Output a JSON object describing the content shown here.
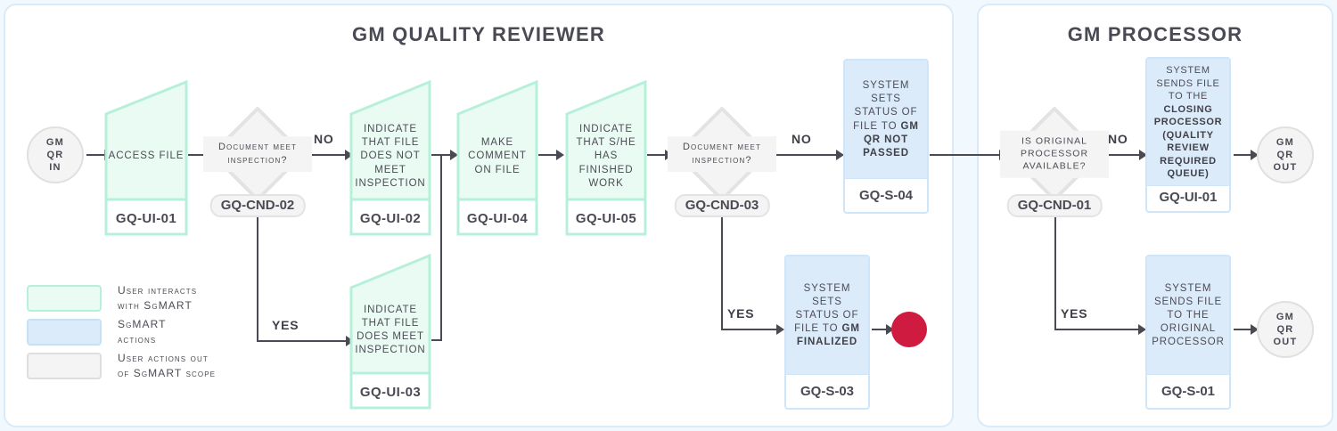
{
  "page": {
    "background": "#f2f9fe",
    "panel_border": "#d9eaf9",
    "green_fill": "#eafbf3",
    "green_border": "#b6f0da",
    "blue_fill": "#dcebfa",
    "blue_border": "#cfe6fa",
    "gray_fill": "#f4f4f4",
    "gray_border": "#e0e0e0",
    "stop_color": "#cf1b40",
    "text_color": "#4c4c55"
  },
  "panels": [
    {
      "id": "quality-reviewer",
      "title": "GM QUALITY REVIEWER"
    },
    {
      "id": "processor",
      "title": "GM PROCESSOR"
    }
  ],
  "terminators": {
    "start": {
      "lines": [
        "GM",
        "QR",
        "IN"
      ]
    },
    "end_top": {
      "lines": [
        "GM",
        "QR",
        "OUT"
      ]
    },
    "end_bottom": {
      "lines": [
        "GM",
        "QR",
        "OUT"
      ]
    }
  },
  "nodes": {
    "gq_ui_01": {
      "text": "ACCESS FILE",
      "code": "GQ-UI-01",
      "kind": "user"
    },
    "gq_cnd_02": {
      "text": "Document meet inspection?",
      "code": "GQ-CND-02",
      "kind": "decision"
    },
    "gq_ui_02": {
      "text": "INDICATE THAT FILE DOES NOT MEET INSPECTION",
      "code": "GQ-UI-02",
      "kind": "user"
    },
    "gq_ui_03": {
      "text": "INDICATE THAT FILE DOES MEET INSPECTION",
      "code": "GQ-UI-03",
      "kind": "user"
    },
    "gq_ui_04": {
      "text": "MAKE COMMENT ON FILE",
      "code": "GQ-UI-04",
      "kind": "user"
    },
    "gq_ui_05": {
      "text": "INDICATE THAT S/HE HAS FINISHED WORK",
      "code": "GQ-UI-05",
      "kind": "user"
    },
    "gq_cnd_03": {
      "text": "Document meet inspection?",
      "code": "GQ-CND-03",
      "kind": "decision"
    },
    "gq_s_04": {
      "text_pre": "SYSTEM SETS STATUS OF FILE TO ",
      "text_bold": "GM QR NOT PASSED",
      "code": "GQ-S-04",
      "kind": "system"
    },
    "gq_s_03": {
      "text_pre": "SYSTEM SETS STATUS OF FILE TO ",
      "text_bold": "GM FINALIZED",
      "code": "GQ-S-03",
      "kind": "system"
    },
    "gq_cnd_01": {
      "text": "IS ORIGINAL PROCESSOR AVAILABLE?",
      "code": "GQ-CND-01",
      "kind": "decision"
    },
    "gq_ui_01b": {
      "text_pre": "SYSTEM SENDS FILE TO THE ",
      "text_bold": "CLOSING PROCESSOR (QUALITY REVIEW REQUIRED QUEUE)",
      "code": "GQ-UI-01",
      "kind": "system"
    },
    "gq_s_01": {
      "text_pre": "SYSTEM SENDS FILE TO THE ORIGINAL PROCESSOR",
      "text_bold": "",
      "code": "GQ-S-01",
      "kind": "system"
    }
  },
  "edge_labels": {
    "cnd02_no": "NO",
    "cnd02_yes": "YES",
    "cnd03_no": "NO",
    "cnd03_yes": "YES",
    "cnd01_no": "NO",
    "cnd01_yes": "YES"
  },
  "legend": [
    {
      "swatch": "green",
      "label": "User interacts\nwith SgMART"
    },
    {
      "swatch": "blue",
      "label": "SgMART\nactions"
    },
    {
      "swatch": "gray",
      "label": "User actions out\nof SgMART scope"
    }
  ]
}
